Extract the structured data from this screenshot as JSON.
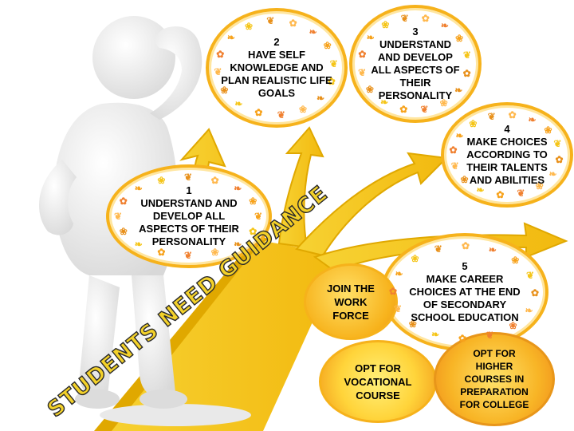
{
  "banner": {
    "text": "STUDENTS NEED GUIDANCE"
  },
  "steps": [
    {
      "num": "1",
      "text": "UNDERSTAND AND DEVELOP ALL ASPECTS OF THEIR PERSONALITY"
    },
    {
      "num": "2",
      "text": "HAVE SELF KNOWLEDGE AND PLAN REALISTIC LIFE GOALS"
    },
    {
      "num": "3",
      "text": "UNDERSTAND AND DEVELOP ALL ASPECTS OF THEIR PERSONALITY"
    },
    {
      "num": "4",
      "text": "MAKE CHOICES ACCORDING TO THEIR TALENTS AND ABILITIES"
    },
    {
      "num": "5",
      "text": "MAKE  CAREER CHOICES AT THE END OF SECONDARY SCHOOL EDUCATION"
    }
  ],
  "options": {
    "work_force": "JOIN THE WORK FORCE",
    "vocational": "OPT FOR VOCATIONAL COURSE",
    "college": "OPT FOR HIGHER COURSES IN PREPARATION FOR COLLEGE"
  },
  "colors": {
    "arrow": "#f5c518",
    "arrow_dark": "#e0a800",
    "bubble_border": "#f6b21b",
    "orange": "#f7a21b",
    "orange_light": "#ffd54a",
    "banner": "#f3d12a"
  },
  "icons": [
    "thinking-person-figure",
    "autumn-leaf-icon"
  ]
}
